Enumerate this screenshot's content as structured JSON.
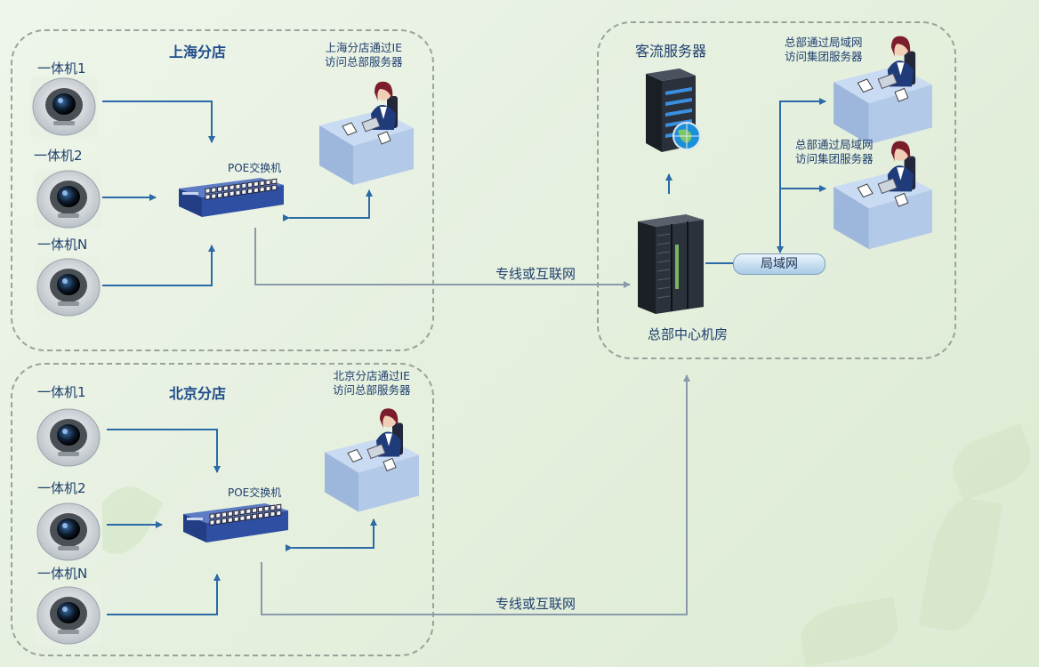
{
  "regions": {
    "shanghai": {
      "title": "上海分店",
      "camera_labels": [
        "一体机1",
        "一体机2",
        "一体机N"
      ],
      "switch_label": "POE交换机",
      "client_label_line1": "上海分店通过IE",
      "client_label_line2": "访问总部服务器"
    },
    "beijing": {
      "title": "北京分店",
      "camera_labels": [
        "一体机1",
        "一体机2",
        "一体机N"
      ],
      "switch_label": "POE交换机",
      "client_label_line1": "北京分店通过IE",
      "client_label_line2": "访问总部服务器"
    },
    "hq": {
      "server_label": "客流服务器",
      "datacenter_label": "总部中心机房",
      "lan_label": "局域网",
      "client1_line1": "总部通过局域网",
      "client1_line2": "访问集团服务器",
      "client2_line1": "总部通过局域网",
      "client2_line2": "访问集团服务器"
    }
  },
  "links": {
    "shanghai_wan": "专线或互联网",
    "beijing_wan": "专线或互联网"
  },
  "icons": [
    "camera-icon",
    "switch-icon",
    "office-worker-icon",
    "server-tower-icon",
    "globe-icon",
    "rack-server-icon"
  ],
  "colors": {
    "arrow": "#2a6aa6",
    "wan_line": "#8a9aaa",
    "region_border": "#9aa39a",
    "title": "#1f4c8a"
  }
}
